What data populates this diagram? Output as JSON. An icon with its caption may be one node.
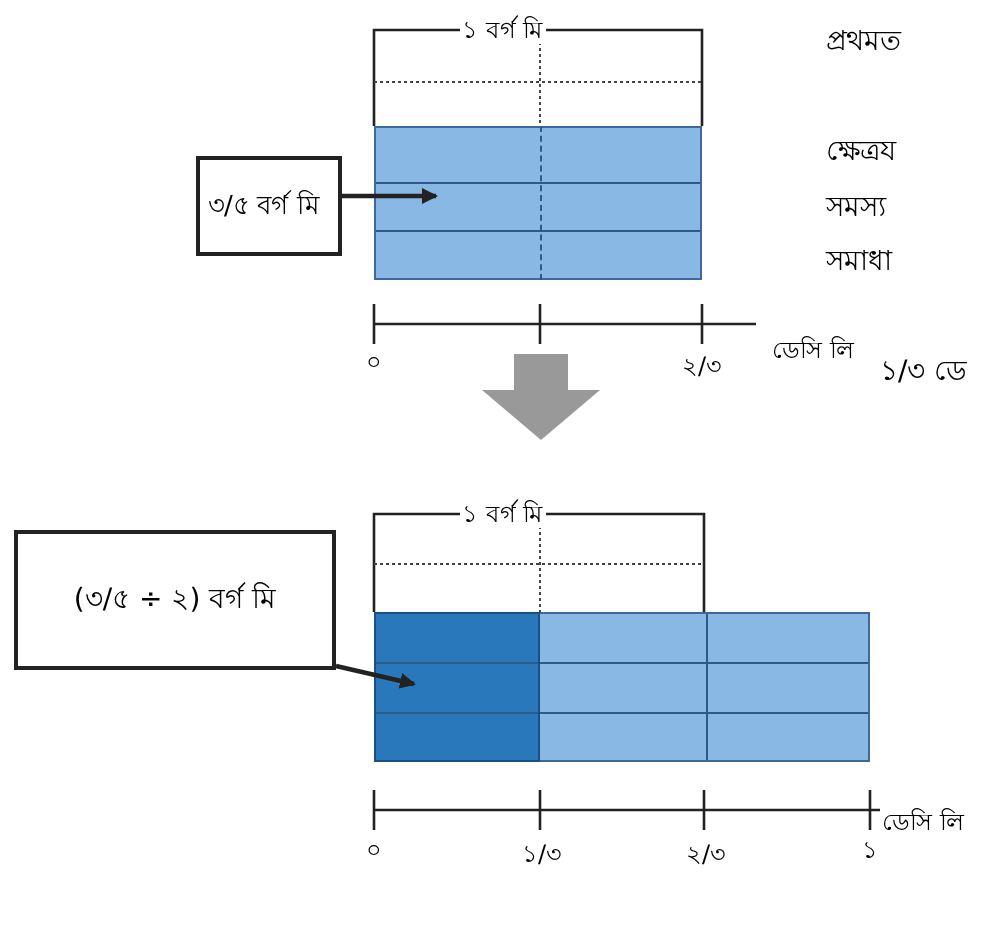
{
  "diagram": {
    "nodes": [
      {
        "text": [
          "৩/৫ বর্গ মি"
        ]
      },
      {
        "text": [],
        "shape": "box"
      },
      {
        "text": [
          "(৩/৫ ÷ ২) বর্গ মি"
        ]
      },
      {
        "text": [],
        "shape": "box"
      }
    ],
    "edges": [
      {
        "from": 0,
        "to": 1,
        "arrow": "to"
      },
      {
        "from": 2,
        "to": 3,
        "arrow": "to"
      }
    ],
    "labels": [
      "১ বর্গ মি",
      "০",
      "২/৩",
      "ডেসি লি",
      "১ বর্গ মি",
      "০",
      "১/৩",
      "২/৩",
      "১",
      "ডেসি লি",
      "প্রথমত",
      "ক্ষেত্রয",
      "সমস্য",
      "সমাধা",
      "১/৩ ডে"
    ]
  }
}
